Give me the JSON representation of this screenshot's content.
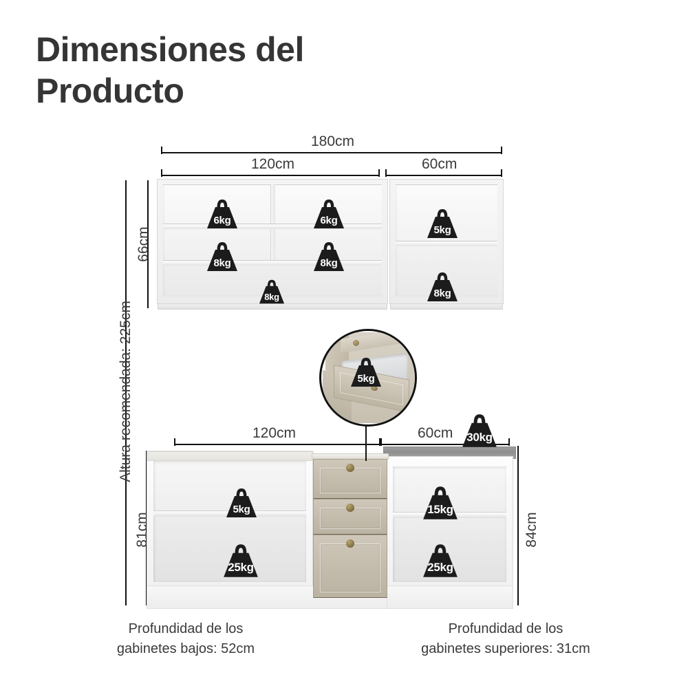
{
  "title": "Dimensiones del\nProducto",
  "overall": {
    "total_width_label": "180cm",
    "recommended_height_label": "Altura recomendada: 225cm"
  },
  "upper_cabinet": {
    "left_width_label": "120cm",
    "right_width_label": "60cm",
    "height_label": "66cm",
    "weights": [
      {
        "name": "upper-left-top-left",
        "value": "6kg"
      },
      {
        "name": "upper-left-top-right",
        "value": "6kg"
      },
      {
        "name": "upper-left-mid-left",
        "value": "8kg"
      },
      {
        "name": "upper-left-mid-right",
        "value": "8kg"
      },
      {
        "name": "upper-left-bottom",
        "value": "8kg"
      },
      {
        "name": "upper-right-top",
        "value": "5kg"
      },
      {
        "name": "upper-right-bottom",
        "value": "8kg"
      }
    ]
  },
  "drawer_callout": {
    "weight": "5kg"
  },
  "lower_cabinet": {
    "left_width_label": "120cm",
    "right_width_label": "60cm",
    "height_label_left": "81cm",
    "height_label_right": "84cm",
    "weights": [
      {
        "name": "lower-left-upper-shelf",
        "value": "5kg"
      },
      {
        "name": "lower-left-lower-shelf",
        "value": "25kg"
      },
      {
        "name": "lower-right-upper-shelf",
        "value": "15kg"
      },
      {
        "name": "lower-right-lower-shelf",
        "value": "25kg"
      },
      {
        "name": "countertop",
        "value": "30kg"
      }
    ]
  },
  "captions": {
    "left": "Profundidad de los\ngabinetes bajos: 52cm",
    "right": "Profundidad de los\ngabinetes superiores: 31cm"
  },
  "colors": {
    "text": "#3a3a3a",
    "line": "#111111",
    "badge": "#1c1c1c",
    "drawer": "#c3bbab",
    "counter": "#949494"
  }
}
